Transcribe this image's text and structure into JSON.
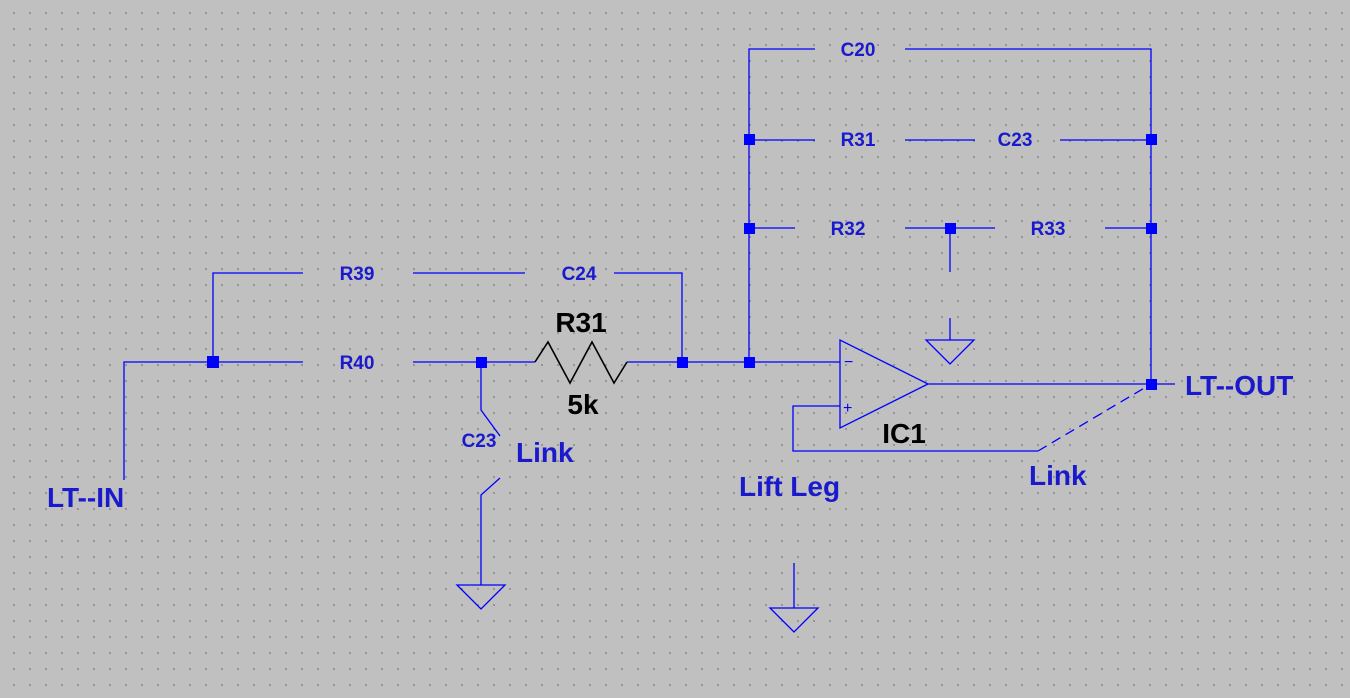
{
  "schematic": {
    "labels": {
      "c20": "C20",
      "r31_feedback": "R31",
      "c23_feedback": "C23",
      "r32": "R32",
      "r33": "R33",
      "r39": "R39",
      "c24": "C24",
      "r40": "R40",
      "r31_series": "R31",
      "r31_value": "5k",
      "c23_shunt": "C23",
      "link_shunt": "Link",
      "ic1": "IC1",
      "lift_leg": "Lift Leg",
      "link_bypass": "Link",
      "lt_in": "LT--IN",
      "lt_out": "LT--OUT"
    },
    "opamp_pins": {
      "inverting": "−",
      "non_inverting": "+"
    },
    "colors": {
      "wire": "#0000ff",
      "label": "#1a1acc",
      "component": "#000000",
      "background": "#c0c0c0"
    }
  }
}
